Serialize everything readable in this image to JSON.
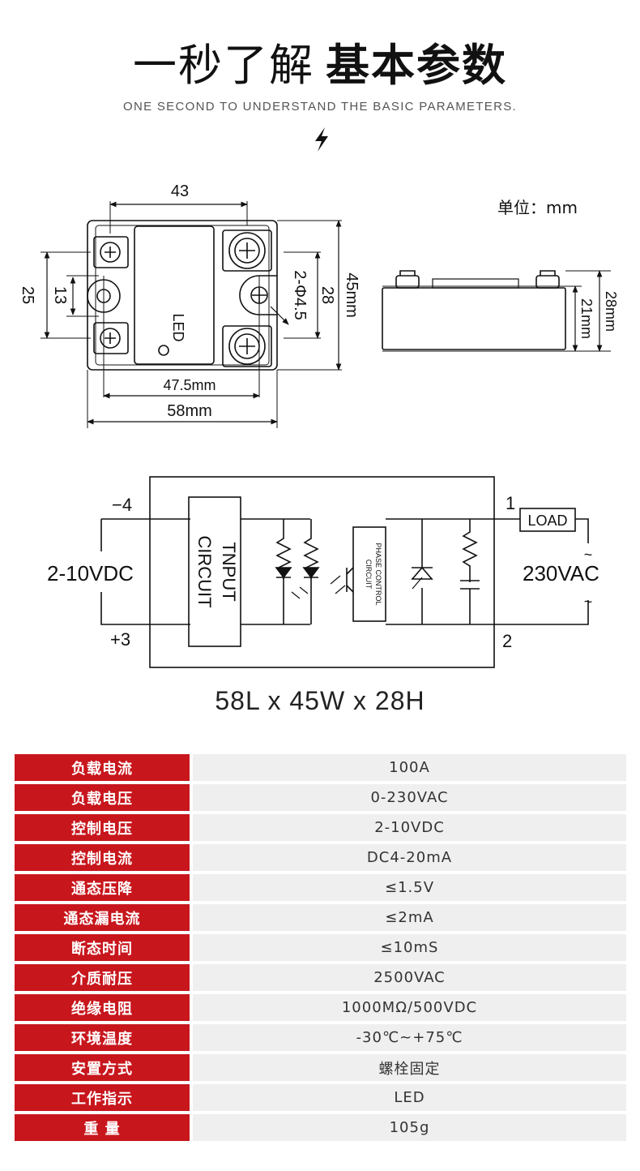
{
  "header": {
    "title_light": "一秒了解",
    "title_bold": "基本参数",
    "subtitle": "ONE SECOND TO UNDERSTAND THE BASIC PARAMETERS.",
    "bolt_icon": "lightning-bolt-icon"
  },
  "drawing": {
    "unit_label": "单位：mm",
    "top_view": {
      "dim_43": "43",
      "dim_25": "25",
      "dim_13": "13",
      "dim_hole": "2-Φ4.5",
      "dim_28": "28",
      "dim_45": "45mm",
      "dim_47_5": "47.5mm",
      "dim_58": "58mm",
      "led_label": "LED"
    },
    "side_view": {
      "dim_21": "21mm",
      "dim_28": "28mm"
    }
  },
  "circuit": {
    "pin_minus4": "−4",
    "pin_plus3": "+3",
    "input_voltage": "2-10VDC",
    "input_block_line1": "TNPUT",
    "input_block_line2": "CIRCUIT",
    "phase_block_line1": "PHASE CONTROL",
    "phase_block_line2": "CIRCUIT",
    "pin_1": "1",
    "pin_2": "2",
    "load_label": "LOAD",
    "output_voltage": "230VAC",
    "tilde": "~"
  },
  "dimensions_label": "58L x 45W x 28H",
  "colors": {
    "accent_red": "#c8161d",
    "value_bg": "#efefef"
  },
  "params": [
    {
      "key": "负载电流",
      "value": "100A"
    },
    {
      "key": "负载电压",
      "value": "0-230VAC"
    },
    {
      "key": "控制电压",
      "value": "2-10VDC"
    },
    {
      "key": "控制电流",
      "value": "DC4-20mA"
    },
    {
      "key": "通态压降",
      "value": "≤1.5V"
    },
    {
      "key": "通态漏电流",
      "value": "≤2mA"
    },
    {
      "key": "断态时间",
      "value": "≤10mS"
    },
    {
      "key": "介质耐压",
      "value": "2500VAC"
    },
    {
      "key": "绝缘电阻",
      "value": "1000MΩ/500VDC"
    },
    {
      "key": "环境温度",
      "value": "-30℃~+75℃"
    },
    {
      "key": "安置方式",
      "value": "螺栓固定"
    },
    {
      "key": "工作指示",
      "value": "LED"
    },
    {
      "key": "重      量",
      "value": "105g"
    }
  ]
}
